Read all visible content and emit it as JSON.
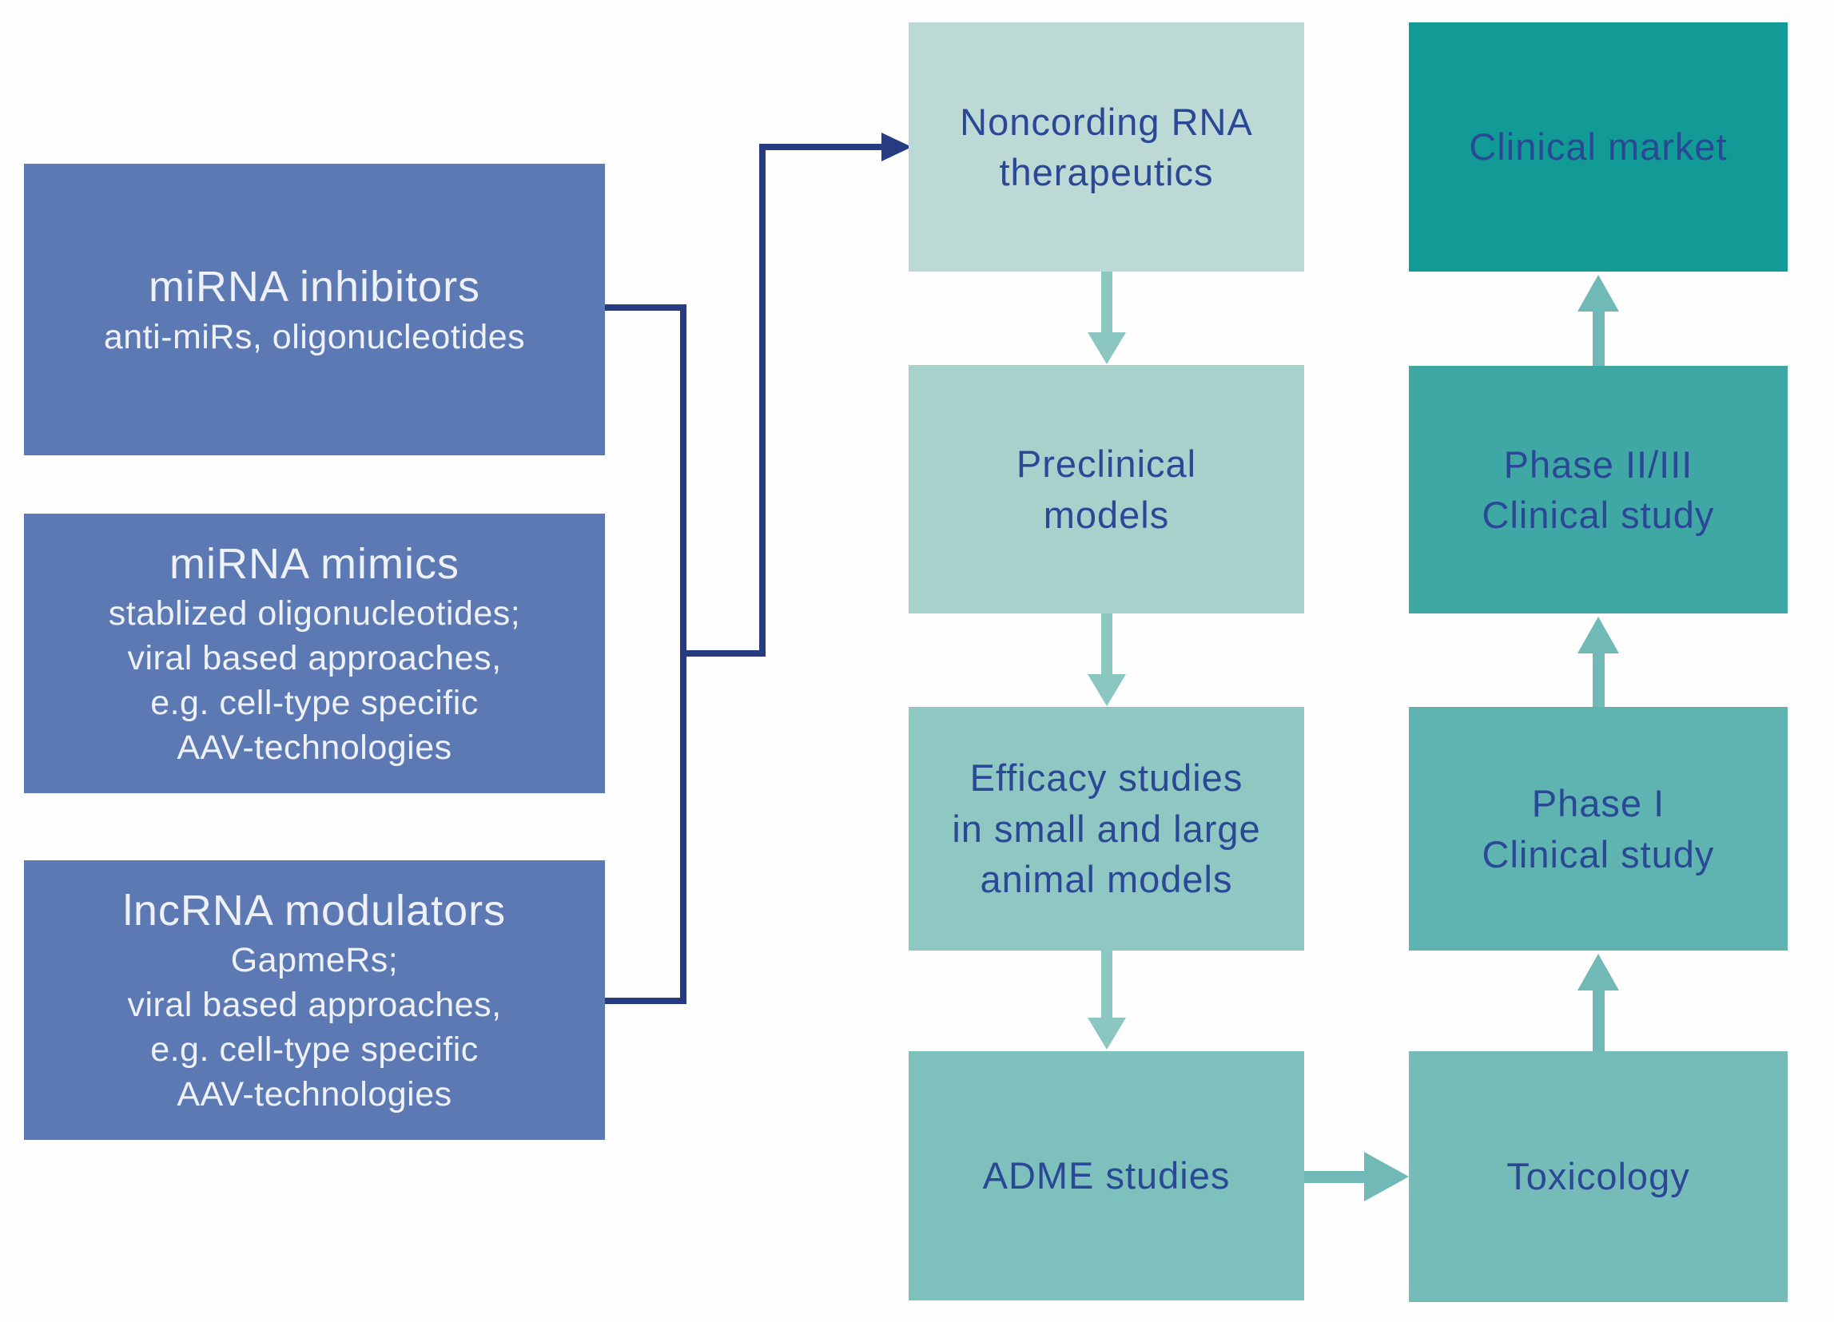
{
  "palette": {
    "background": "#fefefe",
    "left_box_blue": "#5d79b3",
    "navy_line": "#273c80",
    "stage_text_navy": "#2b4896",
    "white_text": "#eef2f8",
    "middle_row_colors": [
      "#bcd9d5",
      "#a6d2cb",
      "#8fc8c2",
      "#7ec0bc"
    ],
    "right_row_colors": [
      "#119a96",
      "#3fa8a5",
      "#5fb3b1",
      "#75bcb9"
    ],
    "arrow_teal_light": "#8cc6c1",
    "arrow_teal": "#71b9b6"
  },
  "left_column": {
    "boxes": [
      {
        "title": "miRNA inhibitors",
        "details": "anti-miRs, oligonucleotides"
      },
      {
        "title": "miRNA mimics",
        "details": "stablized oligonucleotides;\nviral based approaches,\ne.g. cell-type specific\nAAV-technologies"
      },
      {
        "title": "lncRNA modulators",
        "details": "GapmeRs;\nviral based approaches,\ne.g. cell-type specific\nAAV-technologies"
      }
    ]
  },
  "pipeline": {
    "middle_stages": [
      {
        "label": "Noncording RNA\ntherapeutics"
      },
      {
        "label": "Preclinical\nmodels"
      },
      {
        "label": "Efficacy studies\nin small and large\nanimal models"
      },
      {
        "label": "ADME studies"
      }
    ],
    "right_stages": [
      {
        "label": "Clinical market"
      },
      {
        "label": "Phase II/III\nClinical study"
      },
      {
        "label": "Phase I\nClinical study"
      },
      {
        "label": "Toxicology"
      }
    ]
  }
}
